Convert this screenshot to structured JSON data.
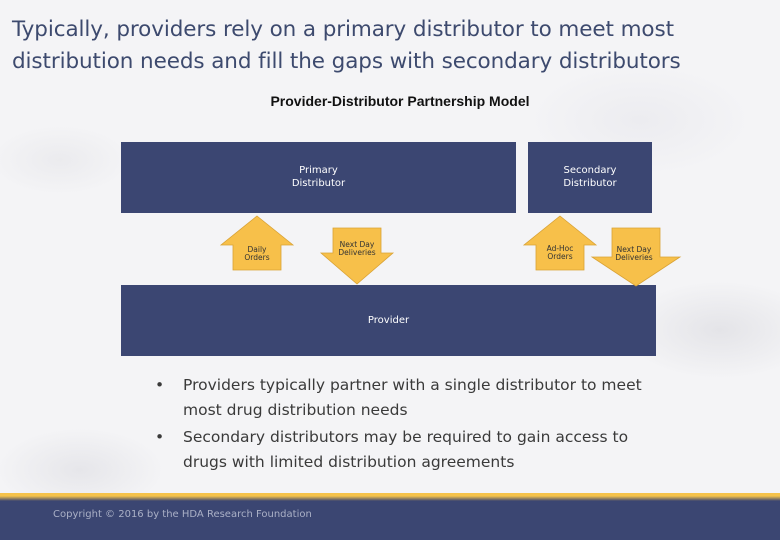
{
  "title": "Typically, providers rely on a primary distributor to meet most distribution needs and fill the gaps with secondary distributors",
  "diagram_title": "Provider-Distributor Partnership Model",
  "boxes": {
    "primary": [
      "Primary",
      "Distributor"
    ],
    "secondary": [
      "Secondary",
      "Distributor"
    ],
    "provider": "Provider"
  },
  "arrows": {
    "daily_orders": [
      "Daily",
      "Orders"
    ],
    "next_day_primary": [
      "Next Day",
      "Deliveries"
    ],
    "ad_hoc_orders": [
      "Ad-Hoc",
      "Orders"
    ],
    "next_day_secondary": [
      "Next Day",
      "Deliveries"
    ]
  },
  "bullets": [
    "Providers typically partner with a single distributor to meet most drug distribution needs",
    "Secondary distributors may be required to gain access to drugs with limited distribution agreements"
  ],
  "bullet_marker": "•",
  "copyright": "Copyright © 2016 by the HDA Research Foundation",
  "colors": {
    "box": "#3b4672",
    "arrow": "#f7c04a",
    "footer": "#3b4672",
    "accent": "#f5c24a"
  }
}
